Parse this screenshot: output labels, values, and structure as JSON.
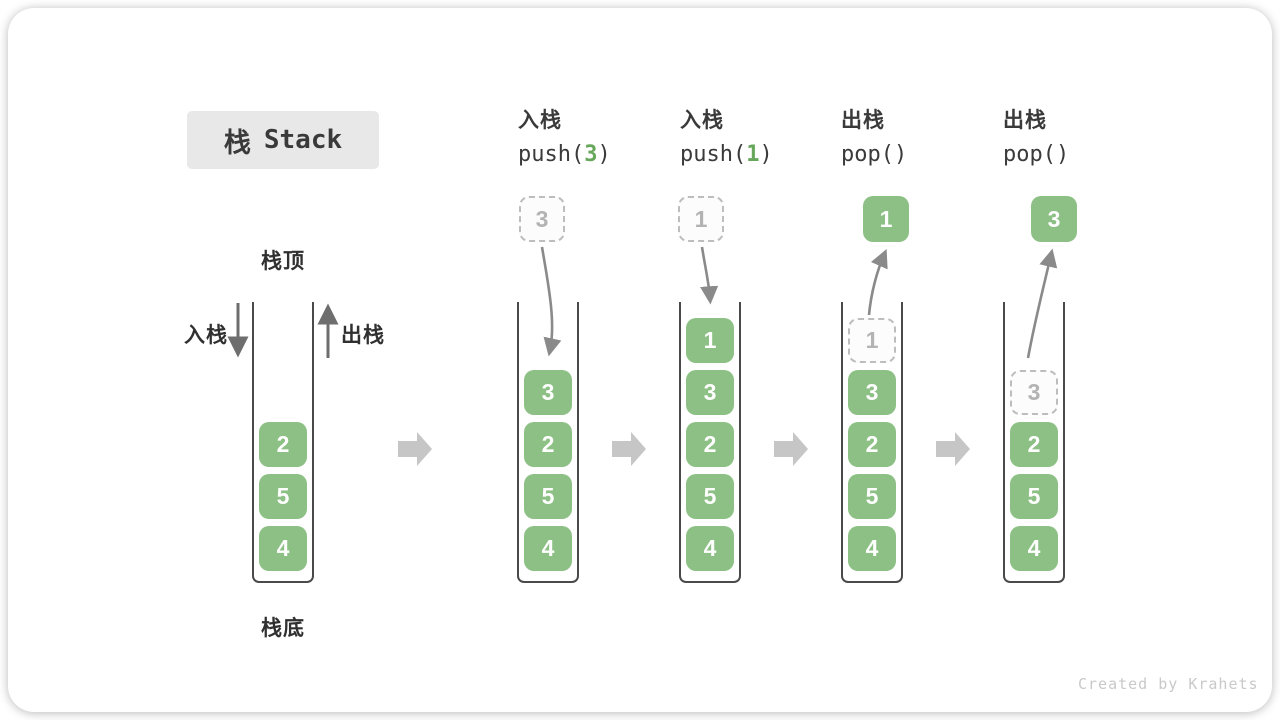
{
  "title": {
    "zh": "栈",
    "en": "Stack"
  },
  "side_labels": {
    "stack_top": "栈顶",
    "stack_bottom": "栈底",
    "push_in": "入栈",
    "pop_out": "出栈"
  },
  "operations": [
    {
      "label": "入栈",
      "code_pre": "push(",
      "code_arg": "3",
      "code_post": ")"
    },
    {
      "label": "入栈",
      "code_pre": "push(",
      "code_arg": "1",
      "code_post": ")"
    },
    {
      "label": "出栈",
      "code_pre": "pop(",
      "code_arg": "",
      "code_post": ")"
    },
    {
      "label": "出栈",
      "code_pre": "pop(",
      "code_arg": "",
      "code_post": ")"
    }
  ],
  "stacks": [
    {
      "blocks": [
        {
          "v": "2",
          "ghost": false
        },
        {
          "v": "5",
          "ghost": false
        },
        {
          "v": "4",
          "ghost": false
        }
      ],
      "float": null
    },
    {
      "blocks": [
        {
          "v": "3",
          "ghost": false
        },
        {
          "v": "2",
          "ghost": false
        },
        {
          "v": "5",
          "ghost": false
        },
        {
          "v": "4",
          "ghost": false
        }
      ],
      "float": {
        "v": "3",
        "ghost": true
      }
    },
    {
      "blocks": [
        {
          "v": "1",
          "ghost": false
        },
        {
          "v": "3",
          "ghost": false
        },
        {
          "v": "2",
          "ghost": false
        },
        {
          "v": "5",
          "ghost": false
        },
        {
          "v": "4",
          "ghost": false
        }
      ],
      "float": {
        "v": "1",
        "ghost": true
      }
    },
    {
      "blocks": [
        {
          "v": "1",
          "ghost": true
        },
        {
          "v": "3",
          "ghost": false
        },
        {
          "v": "2",
          "ghost": false
        },
        {
          "v": "5",
          "ghost": false
        },
        {
          "v": "4",
          "ghost": false
        }
      ],
      "float": {
        "v": "1",
        "ghost": false
      }
    },
    {
      "blocks": [
        {
          "v": "3",
          "ghost": true
        },
        {
          "v": "2",
          "ghost": false
        },
        {
          "v": "5",
          "ghost": false
        },
        {
          "v": "4",
          "ghost": false
        }
      ],
      "float": {
        "v": "3",
        "ghost": false
      }
    }
  ],
  "watermark": "Created by Krahets",
  "colors": {
    "block_green": "#8CC084",
    "code_digit_green": "#67A75C",
    "text_dark": "#3A3A3A",
    "container_wall": "#4A4A4A",
    "curved_arrow": "#8A8A8A",
    "direction_arrow": "#6E6E6E",
    "flow_arrow": "#C6C6C6",
    "ghost_border": "#BDBDBD",
    "ghost_text": "#B3B3B3",
    "title_bg": "#E8E8E8",
    "watermark_gray": "#C9C9C9"
  }
}
